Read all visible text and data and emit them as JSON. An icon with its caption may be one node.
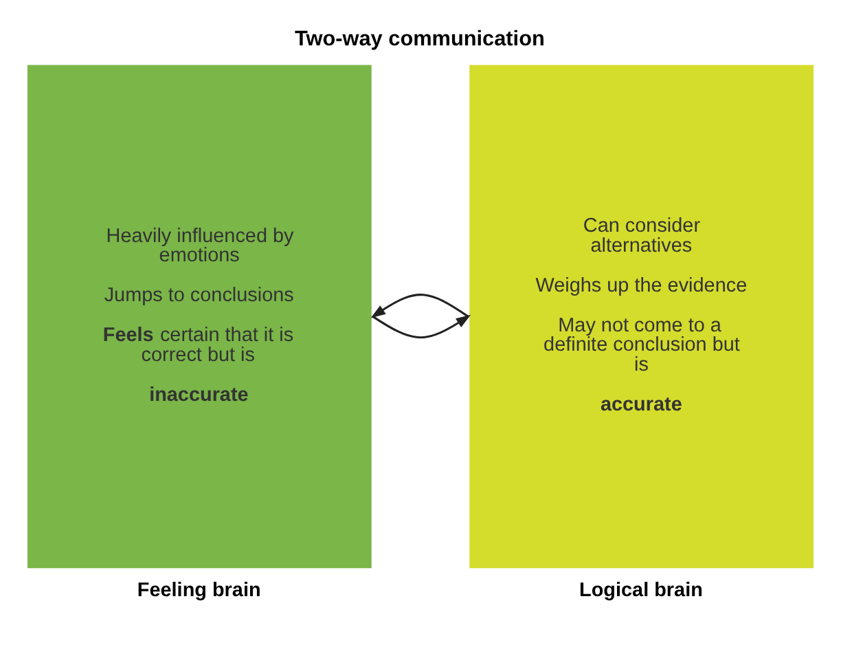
{
  "diagram": {
    "title": "Two-way communication",
    "nodes": [
      {
        "text": [
          "Heavily influenced by emotions",
          "Jumps to conclusions",
          "**Feels** certain that it is correct but is",
          "inaccurate"
        ],
        "beside": [
          "Feeling brain"
        ]
      },
      {
        "text": [
          "Can consider alternatives",
          "Weighs up the evidence",
          "May not come to a definite conclusion but is",
          "accurate"
        ],
        "beside": [
          "Logical brain"
        ]
      }
    ],
    "edges": [
      {
        "from": 1,
        "to": 0,
        "arrow": "to"
      },
      {
        "from": 0,
        "to": 1,
        "arrow": "to"
      }
    ]
  }
}
